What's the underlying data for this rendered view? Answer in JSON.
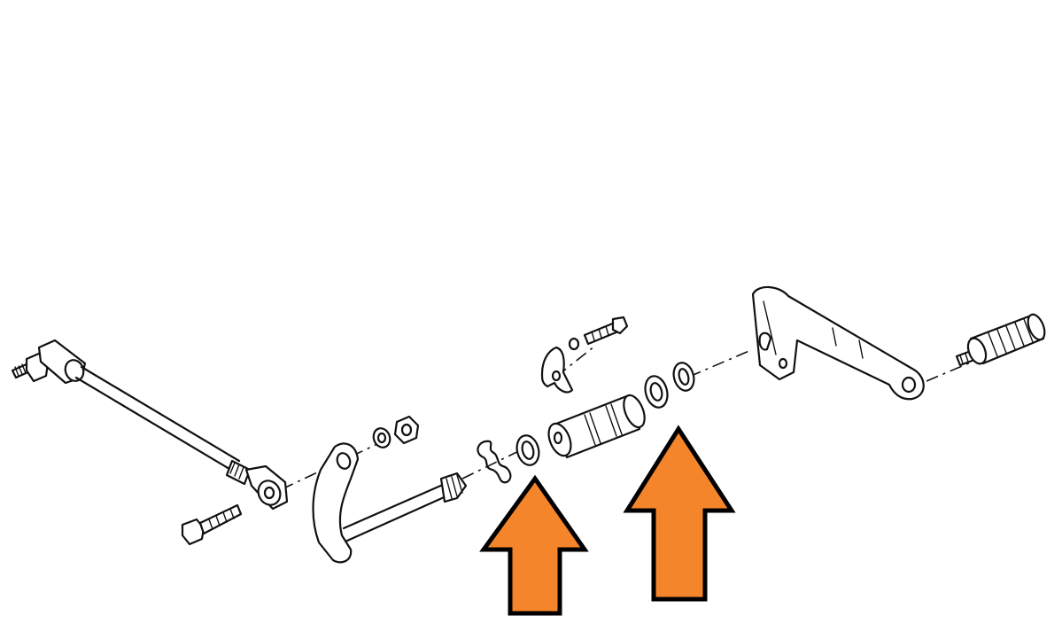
{
  "diagram": {
    "colors": {
      "ink": "#111111",
      "background": "#ffffff",
      "arrow_fill": "#f5852a",
      "arrow_stroke": "#000000"
    },
    "parts": [
      "tie-rod",
      "rod-end",
      "bolt",
      "pedal-arm",
      "shaft",
      "washer",
      "nut",
      "retaining-clip",
      "bushing",
      "bracket-tab",
      "screw",
      "shift-lever",
      "foot-peg"
    ],
    "callouts": [
      {
        "name": "arrow-left",
        "points_to": "washer"
      },
      {
        "name": "arrow-right",
        "points_to": "washer"
      }
    ]
  }
}
